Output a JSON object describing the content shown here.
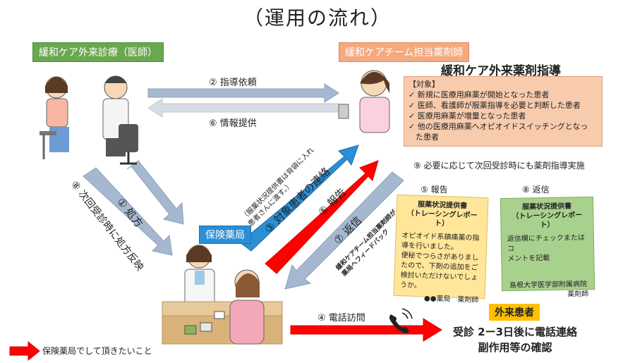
{
  "title": "（運用の流れ）",
  "clinic_label": "緩和ケア外来診療（医師）",
  "pharmacist_label": "緩和ケアチーム担当薬剤師",
  "program_title": "緩和ケア外来薬剤指導",
  "target": {
    "heading": "【対象】",
    "items": [
      "✓ 新規に医療用麻薬が開始となった患者",
      "✓ 医師、看護師が服薬指導を必要と判断した患者",
      "✓ 医療用麻薬が増量となった患者",
      "✓ 他の医療用麻薬へオピオイドスイッチングとなっ",
      "た患者"
    ]
  },
  "steps": {
    "s2": "② 指導依頼",
    "s6": "⑥ 情報提供",
    "s9": "⑨ 必要に応じて次回受診時にも薬剤指導実施",
    "s5_report": "⑤ 報告",
    "s8_reply": "⑧ 返信",
    "s1": "① 処方",
    "s8_long": "⑧ 次回受診時に処方反映",
    "s3": "③ 対象患者の連絡",
    "s3_note_1": "（服薬状況提供書は背袋に入れ",
    "s3_note_2": "患者さんに渡す。）",
    "s5_arrow": "⑤ 報告",
    "s7": "⑦ 返信",
    "s7_note_1": "緩和ケアチーム担当薬剤師が",
    "s7_note_2": "薬局へフィードバック",
    "s4": "④ 電話訪問"
  },
  "insurance_label": "保険薬局",
  "outpatient_label": "外来患者",
  "call_result": [
    "受診 2ー3日後に電話連絡",
    "副作用等の確認"
  ],
  "report_card": {
    "title_1": "服薬状況提供書",
    "title_2": "（トレーシングレポート）",
    "body": [
      "オピオイド系鎮痛薬の指",
      "導を行いました。",
      "便秘でつらさがありまし",
      "たので、下剤の追加をご",
      "検討いただけないでしょ",
      "うか。"
    ],
    "sign": "●●薬局　薬剤師"
  },
  "reply_card": {
    "title_1": "服薬状況提供書",
    "title_2": "（トレーシングレポート）",
    "body": [
      "返信欄にチェックまたはコ",
      "メントを記載"
    ],
    "sign_1": "島根大学医学部附属病院",
    "sign_2": "薬剤師"
  },
  "legend": "保険薬局でして頂きたいこと",
  "colors": {
    "green": "#6aa84f",
    "orange": "#f4a97f",
    "blue": "#2b8fd6",
    "red": "#ff0000",
    "gray_arrow": "#a6b8cf",
    "report_yellow": "#ffe699",
    "reply_green": "#a9d18e"
  },
  "icons": [
    "doctor-figure",
    "patient-figure",
    "pharmacist-figure",
    "phone-icon"
  ]
}
